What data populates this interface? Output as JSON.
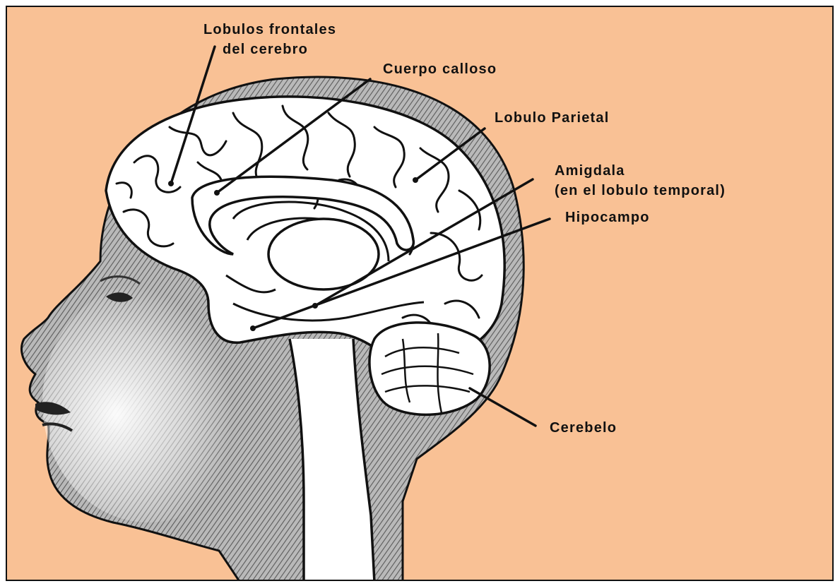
{
  "colors": {
    "background": "#f9c195",
    "ink": "#111111",
    "skin_shade": "#8a8a8a",
    "brain_fill": "#ffffff"
  },
  "labels": {
    "frontal_line1": "Lobulos frontales",
    "frontal_line2": "del cerebro",
    "corpus_callosum": "Cuerpo calloso",
    "parietal": "Lobulo Parietal",
    "amygdala_line1": "Amigdala",
    "amygdala_line2": "(en el lobulo temporal)",
    "hippocampus": "Hipocampo",
    "cerebellum": "Cerebelo"
  }
}
